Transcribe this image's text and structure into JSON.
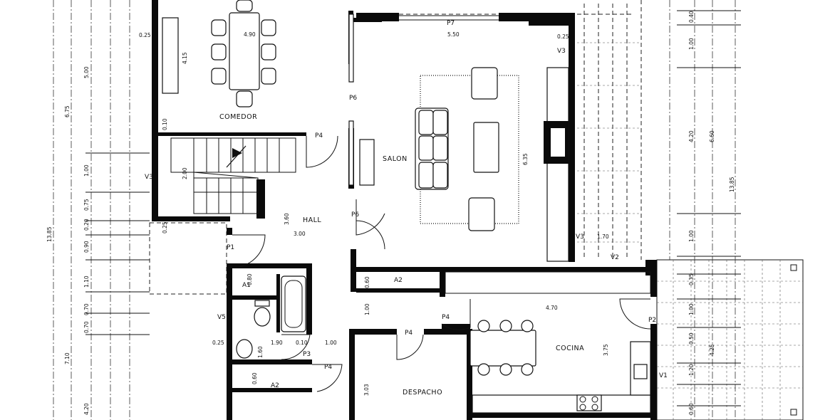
{
  "rooms": {
    "comedor": "COMEDOR",
    "salon": "SALON",
    "hall": "HALL",
    "cocina": "COCINA",
    "despacho": "DESPACHO"
  },
  "doors": {
    "p7": "P7",
    "p6_top": "P6",
    "p6_mid": "P6",
    "p4_stair": "P4",
    "p1": "P1",
    "p4_kitchen": "P4",
    "p4_office": "P4",
    "p4_bath": "P4",
    "p3": "P3",
    "p2": "P2"
  },
  "windows": {
    "v3_top": "V3",
    "v3_left": "V3",
    "v3_right": "V3",
    "v2": "V2",
    "v5": "V5",
    "v1": "V1"
  },
  "cabinets": {
    "a2_hall": "A2",
    "a2_bath": "A2",
    "a1": "A1"
  },
  "dims_horizontal": {
    "d490": "4.90",
    "d550": "5.50",
    "d300": "3.00",
    "d470": "4.70",
    "d170": "1.70",
    "d025a": "0.25",
    "d025b": "0.25",
    "d190": "1.90",
    "d010": "0.10",
    "d100": "1.00",
    "d080": "0.80"
  },
  "dims_vertical_left": [
    "5.00",
    "6.75",
    "1.00",
    "0.75",
    "0.20",
    "0.90",
    "1.10",
    "0.70",
    "7.10",
    "4.20",
    "13.85"
  ],
  "dims_vertical_right": [
    "0.40",
    "1.00",
    "4.20",
    "6.60",
    "13.85",
    "1.00",
    "0.35",
    "1.00",
    "0.50",
    "4.25",
    "1.20",
    "0.60"
  ],
  "dims_interior": {
    "d415": "4.15",
    "d010v": "0.10",
    "d200": "2.00",
    "d025v": "0.25",
    "d360": "3.60",
    "d635": "6.35",
    "d060a": "0.60",
    "d060b": "0.60",
    "d060c": "0.60",
    "d100v": "1.00",
    "d375": "3.75",
    "d303": "3.03",
    "d160": "1.60"
  }
}
